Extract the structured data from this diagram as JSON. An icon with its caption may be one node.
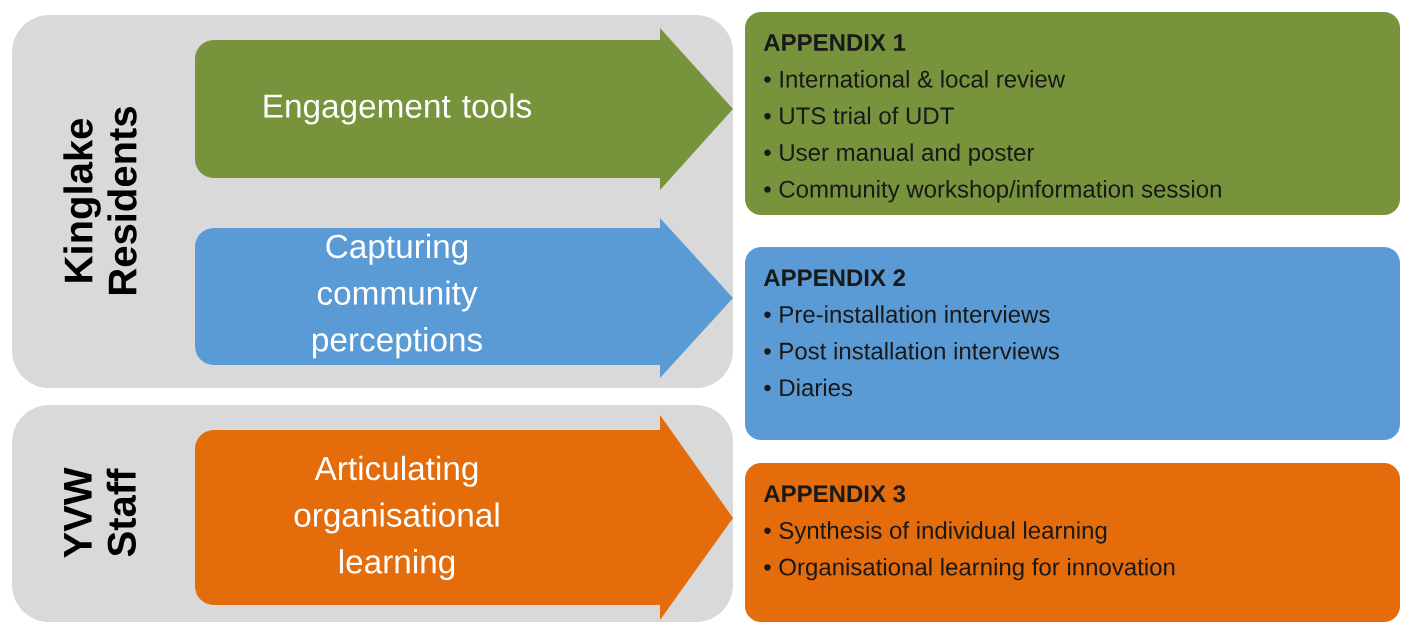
{
  "diagram": {
    "nodes": [
      {
        "text": [
          "Kinglake Residents"
        ]
      },
      {
        "text": [
          "Engagement tools"
        ],
        "in": 0
      },
      {
        "text": [
          "Capturing community perceptions"
        ],
        "in": 0
      },
      {
        "text": [
          "YVW Staff"
        ]
      },
      {
        "text": [
          "Articulating organisational learning"
        ],
        "in": 3
      },
      {
        "text": [
          "APPENDIX 1",
          "• International & local review",
          "• UTS trial of UDT",
          "• User manual and poster",
          "• Community workshop/information session"
        ]
      },
      {
        "text": [
          "APPENDIX 2",
          "• Pre-installation interviews",
          "• Post installation interviews",
          "• Diaries"
        ]
      },
      {
        "text": [
          "APPENDIX 3",
          "• Synthesis of individual learning",
          "• Organisational learning for innovation"
        ]
      }
    ]
  }
}
